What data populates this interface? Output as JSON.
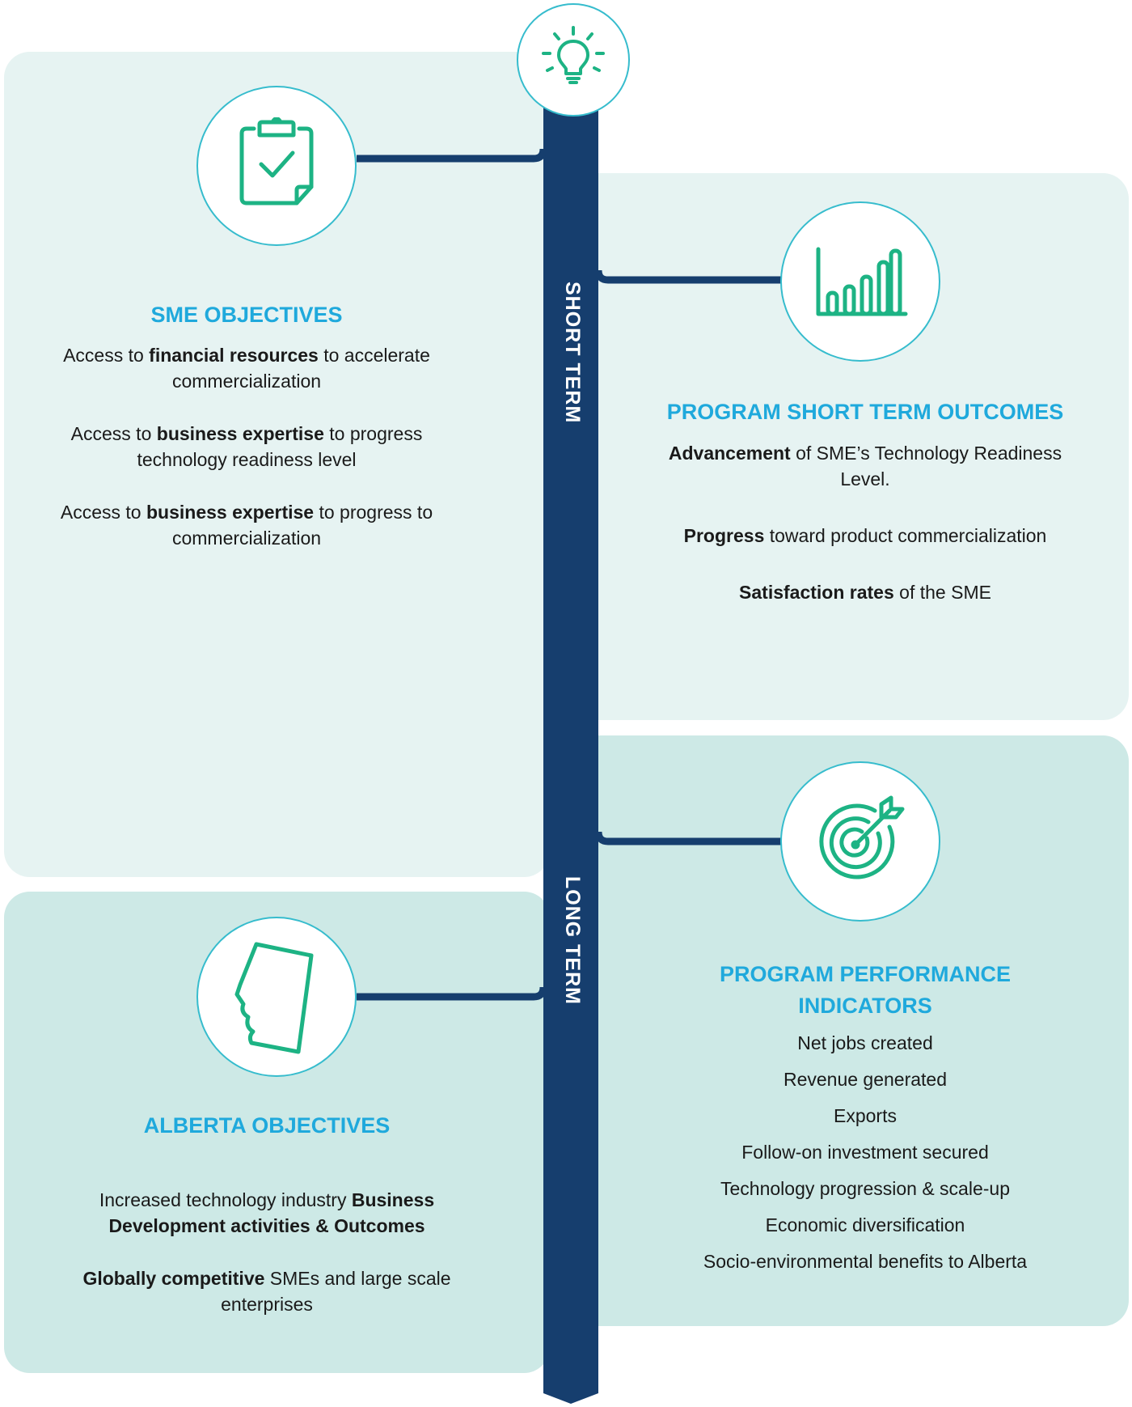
{
  "spine": {
    "short_term_label": "SHORT TERM",
    "long_term_label": "LONG TERM",
    "color": "#163e6e",
    "icon_names": [
      "lightbulb-icon",
      "clipboard-check-icon",
      "bar-chart-icon",
      "target-arrow-icon",
      "alberta-map-icon"
    ]
  },
  "colors": {
    "heading": "#1fa9dc",
    "icon": "#1db384",
    "panel_light": "#e6f3f2",
    "panel_dark": "#cde9e6"
  },
  "sme": {
    "heading": "SME OBJECTIVES",
    "items": [
      {
        "pre": "Access to ",
        "bold": "financial resources",
        "post": " to accelerate commercialization"
      },
      {
        "pre": "Access to ",
        "bold": "business expertise",
        "post": " to progress technology readiness level"
      },
      {
        "pre": "Access to ",
        "bold": "business expertise",
        "post": " to progress to commercialization"
      }
    ]
  },
  "short_term": {
    "heading": "PROGRAM SHORT TERM OUTCOMES",
    "items": [
      {
        "pre": "",
        "bold": "Advancement",
        "post": " of SME’s Technology Readiness Level."
      },
      {
        "pre": "",
        "bold": "Progress",
        "post": " toward product commercialization"
      },
      {
        "pre": "",
        "bold": "Satisfaction rates",
        "post": " of the SME"
      }
    ]
  },
  "performance": {
    "heading": "PROGRAM PERFORMANCE INDICATORS",
    "items": [
      "Net jobs created",
      "Revenue generated",
      "Exports",
      "Follow-on investment secured",
      "Technology progression & scale-up",
      "Economic diversification",
      "Socio-environmental benefits to Alberta"
    ]
  },
  "alberta": {
    "heading": "ALBERTA OBJECTIVES",
    "items": [
      {
        "pre": "Increased technology industry ",
        "bold": "Business Development activities & Outcomes",
        "post": ""
      },
      {
        "pre": "",
        "bold": "Globally competitive",
        "post": " SMEs and large scale enterprises"
      }
    ]
  }
}
